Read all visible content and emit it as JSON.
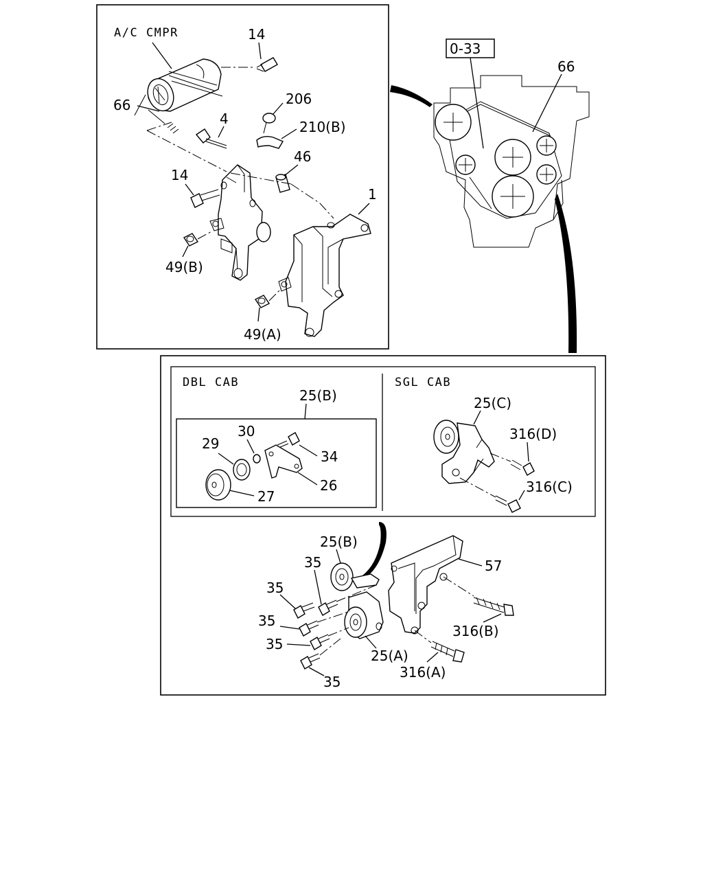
{
  "ref_box": "0-33",
  "captions": {
    "ac_compressor": "A/C CMPR",
    "double_cab": "DBL CAB",
    "single_cab": "SGL CAB"
  },
  "top_panel_labels": {
    "p14_top": "14",
    "p66_left": "66",
    "p206": "206",
    "p4": "4",
    "p210b": "210(B)",
    "p46": "46",
    "p14_mid": "14",
    "p1": "1",
    "p49b": "49(B)",
    "p49a": "49(A)"
  },
  "engine_labels": {
    "p66_right": "66"
  },
  "dbl_cab_labels": {
    "p25b": "25(B)",
    "p30": "30",
    "p29": "29",
    "p34": "34",
    "p26": "26",
    "p27": "27"
  },
  "sgl_cab_labels": {
    "p25c": "25(C)",
    "p316d": "316(D)",
    "p316c": "316(C)"
  },
  "lower_assembly_labels": {
    "p25b": "25(B)",
    "p57": "57",
    "p35_a": "35",
    "p35_b": "35",
    "p35_c": "35",
    "p35_d": "35",
    "p35_e": "35",
    "p316b": "316(B)",
    "p25a": "25(A)",
    "p316a": "316(A)"
  }
}
